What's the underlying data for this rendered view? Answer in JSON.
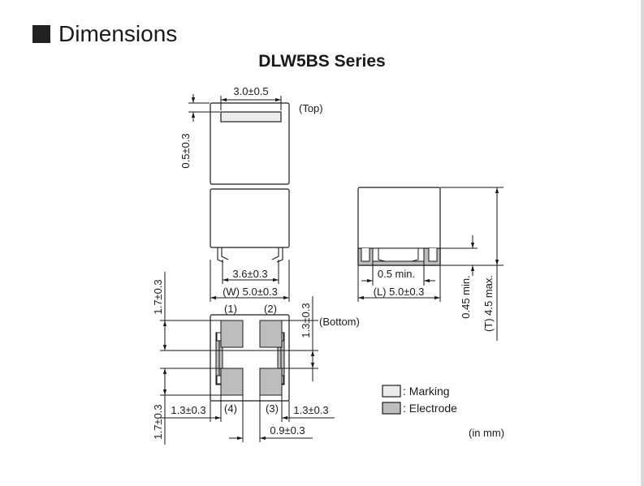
{
  "header": {
    "title": "Dimensions"
  },
  "series_title": "DLW5BS Series",
  "dims": {
    "top_width": "3.0±0.5",
    "top_margin": "0.5±0.3",
    "inner_width": "3.6±0.3",
    "width_w": "(W) 5.0±0.3",
    "pad_height_top": "1.7±0.3",
    "pad_height_bottom": "1.7±0.3",
    "pad_gap": "1.3±0.3",
    "pad_left": "1.3±0.3",
    "pad_right": "1.3±0.3",
    "pad_sep": "0.9±0.3",
    "side_min": "0.5 min.",
    "length_l": "(L) 5.0±0.3",
    "elec_height": "0.45 min.",
    "thickness_t": "(T) 4.5 max."
  },
  "views": {
    "top": "(Top)",
    "bottom": "(Bottom)"
  },
  "pins": [
    "(1)",
    "(2)",
    "(3)",
    "(4)"
  ],
  "legend": {
    "marking": ": Marking",
    "electrode": ": Electrode",
    "marking_color": "#ececec",
    "electrode_color": "#bdbdbd"
  },
  "units": "(in mm)"
}
